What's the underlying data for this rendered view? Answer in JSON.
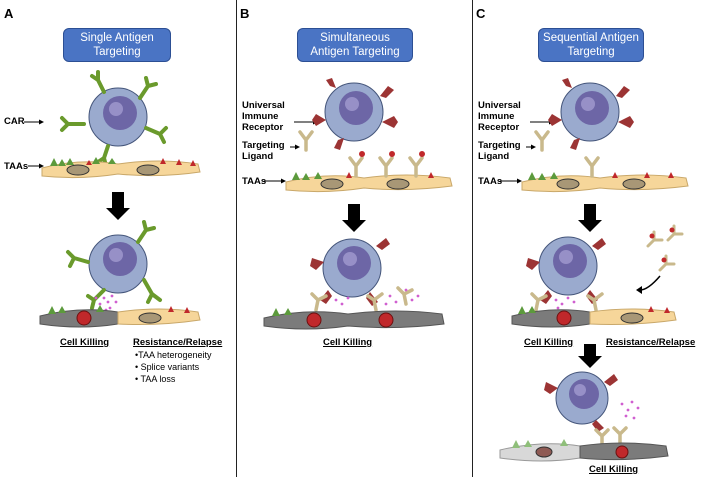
{
  "panels": [
    {
      "letter": "A",
      "title": "Single Antigen Targeting",
      "labels": {
        "car": "CAR",
        "taas": "TAAs"
      },
      "outcomes": {
        "killing": "Cell Killing",
        "resistance": "Resistance/Relapse",
        "reasons": [
          "•TAA heterogeneity",
          "• Splice variants",
          "• TAA loss"
        ]
      }
    },
    {
      "letter": "B",
      "title": "Simultaneous Antigen Targeting",
      "labels": {
        "receptor": "Universal Immune Receptor",
        "ligand": "Targeting Ligand",
        "taas": "TAAs"
      },
      "outcomes": {
        "killing": "Cell Killing"
      }
    },
    {
      "letter": "C",
      "title": "Sequential Antigen Targeting",
      "labels": {
        "receptor": "Universal Immune Receptor",
        "ligand": "Targeting Ligand",
        "taas": "TAAs"
      },
      "outcomes": {
        "killing": "Cell Killing",
        "resistance": "Resistance/Relapse",
        "killing2": "Cell Killing"
      }
    }
  ],
  "colors": {
    "title_box": "#4a74c4",
    "tcell": "#9aaace",
    "nucleus": "#6d66a6",
    "tumor_cell": "#f6d69a",
    "dead_cell": "#7b7b7b",
    "antigen_green": "#5c9a3c",
    "antigen_red": "#c0282b",
    "receptor": "#9c3434",
    "ligand": "#c9b98c",
    "granules": "#d05fd0"
  }
}
